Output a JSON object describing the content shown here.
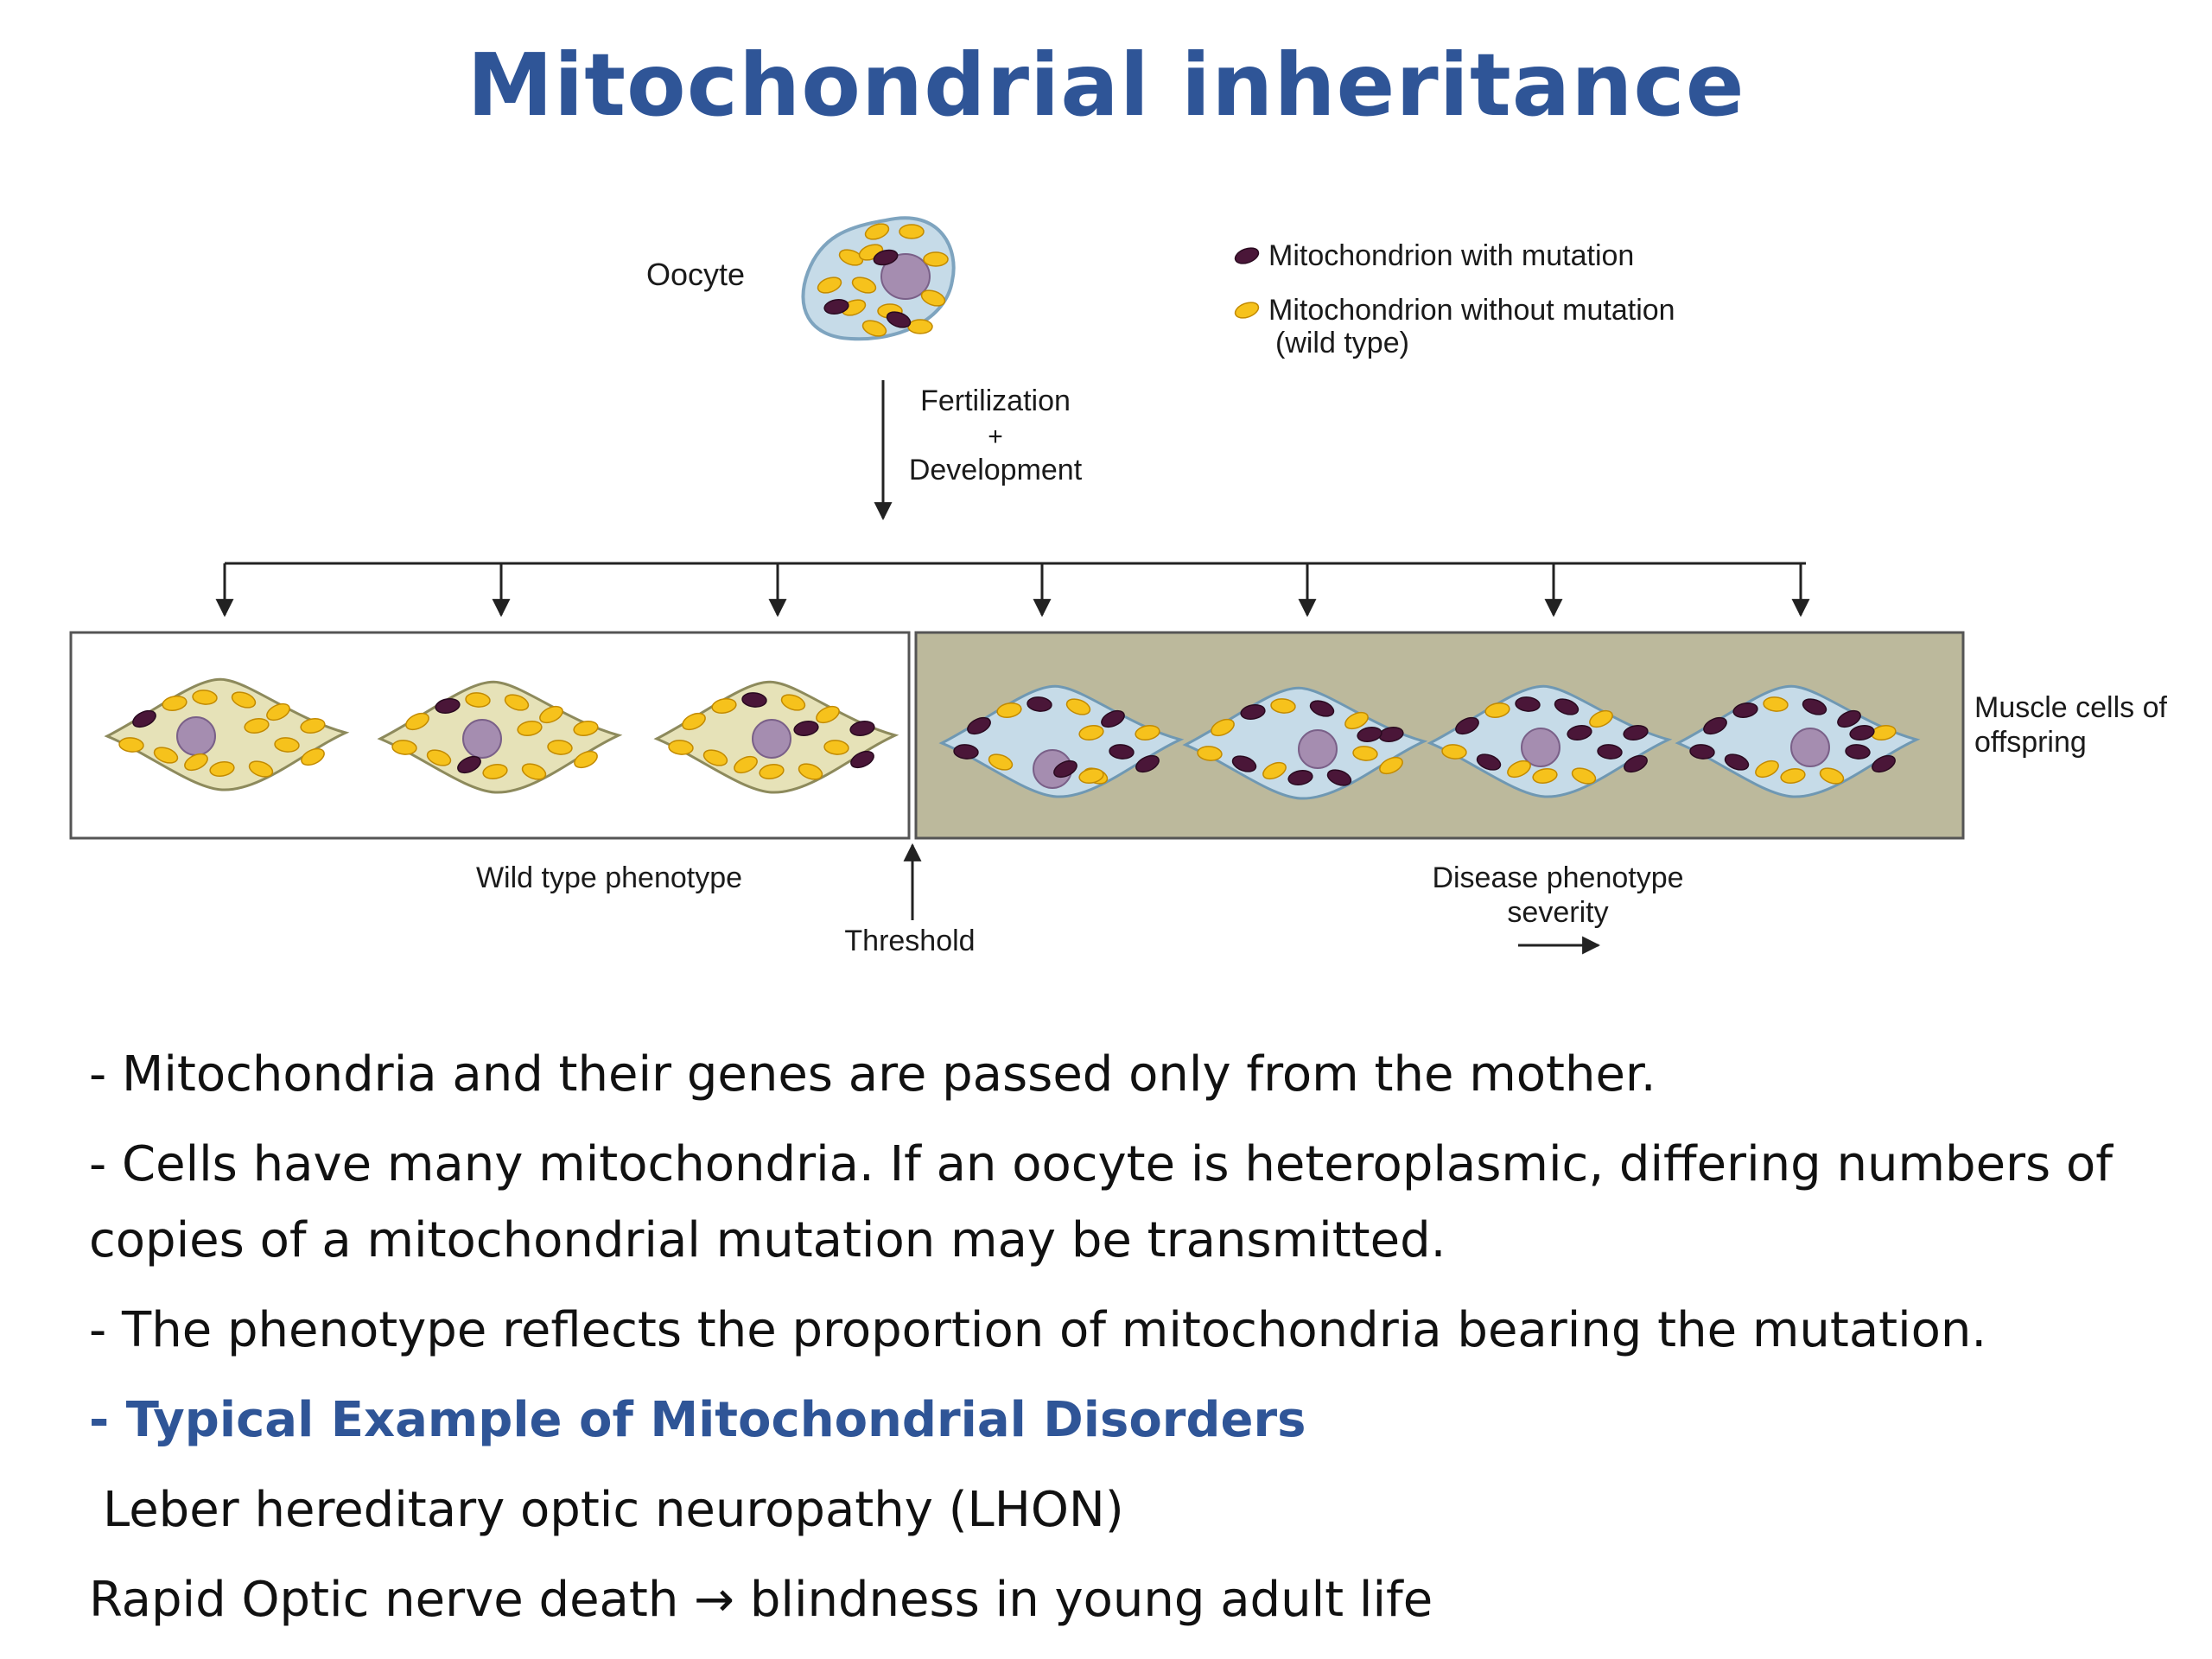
{
  "title": "Mitochondrial inheritance",
  "diagram": {
    "oocyte_label": "Oocyte",
    "legend": {
      "mutant": "Mitochondrion with mutation",
      "wildtype_line1": "Mitochondrion without mutation",
      "wildtype_line2": "(wild type)"
    },
    "process": {
      "line1": "Fertilization",
      "line2": "+",
      "line3": "Development"
    },
    "muscle_label_line1": "Muscle cells of",
    "muscle_label_line2": "offspring",
    "wild_type_label": "Wild type phenotype",
    "threshold_label": "Threshold",
    "disease_label_line1": "Disease phenotype",
    "disease_label_line2": "severity",
    "colors": {
      "mutant": "#4a1638",
      "wildtype": "#f6c21c",
      "nucleus": "#a58db0",
      "healthy_cell": "#e6e2b8",
      "disease_cell": "#c6dbe8",
      "disease_panel": "#bcb99c"
    },
    "offspring_cells": [
      {
        "phenotype": "wild type",
        "mutant_count": 1,
        "wildtype_count": 13
      },
      {
        "phenotype": "wild type",
        "mutant_count": 2,
        "wildtype_count": 12
      },
      {
        "phenotype": "wild type",
        "mutant_count": 4,
        "wildtype_count": 10
      },
      {
        "phenotype": "disease",
        "mutant_count": 7,
        "wildtype_count": 7
      },
      {
        "phenotype": "disease",
        "mutant_count": 7,
        "wildtype_count": 7
      },
      {
        "phenotype": "disease",
        "mutant_count": 8,
        "wildtype_count": 6
      },
      {
        "phenotype": "disease",
        "mutant_count": 9,
        "wildtype_count": 5
      }
    ]
  },
  "bullets": [
    "- Mitochondria and their genes are passed only from the mother.",
    "- Cells have many mitochondria. If an oocyte is heteroplasmic, differing numbers of copies of a mitochondrial mutation may be transmitted.",
    "- The phenotype reflects the proportion of mitochondria bearing the mutation.",
    "- Typical Example of Mitochondrial Disorders",
    "Leber hereditary optic neuropathy (LHON)",
    "Rapid Optic nerve death → blindness in young adult life"
  ]
}
